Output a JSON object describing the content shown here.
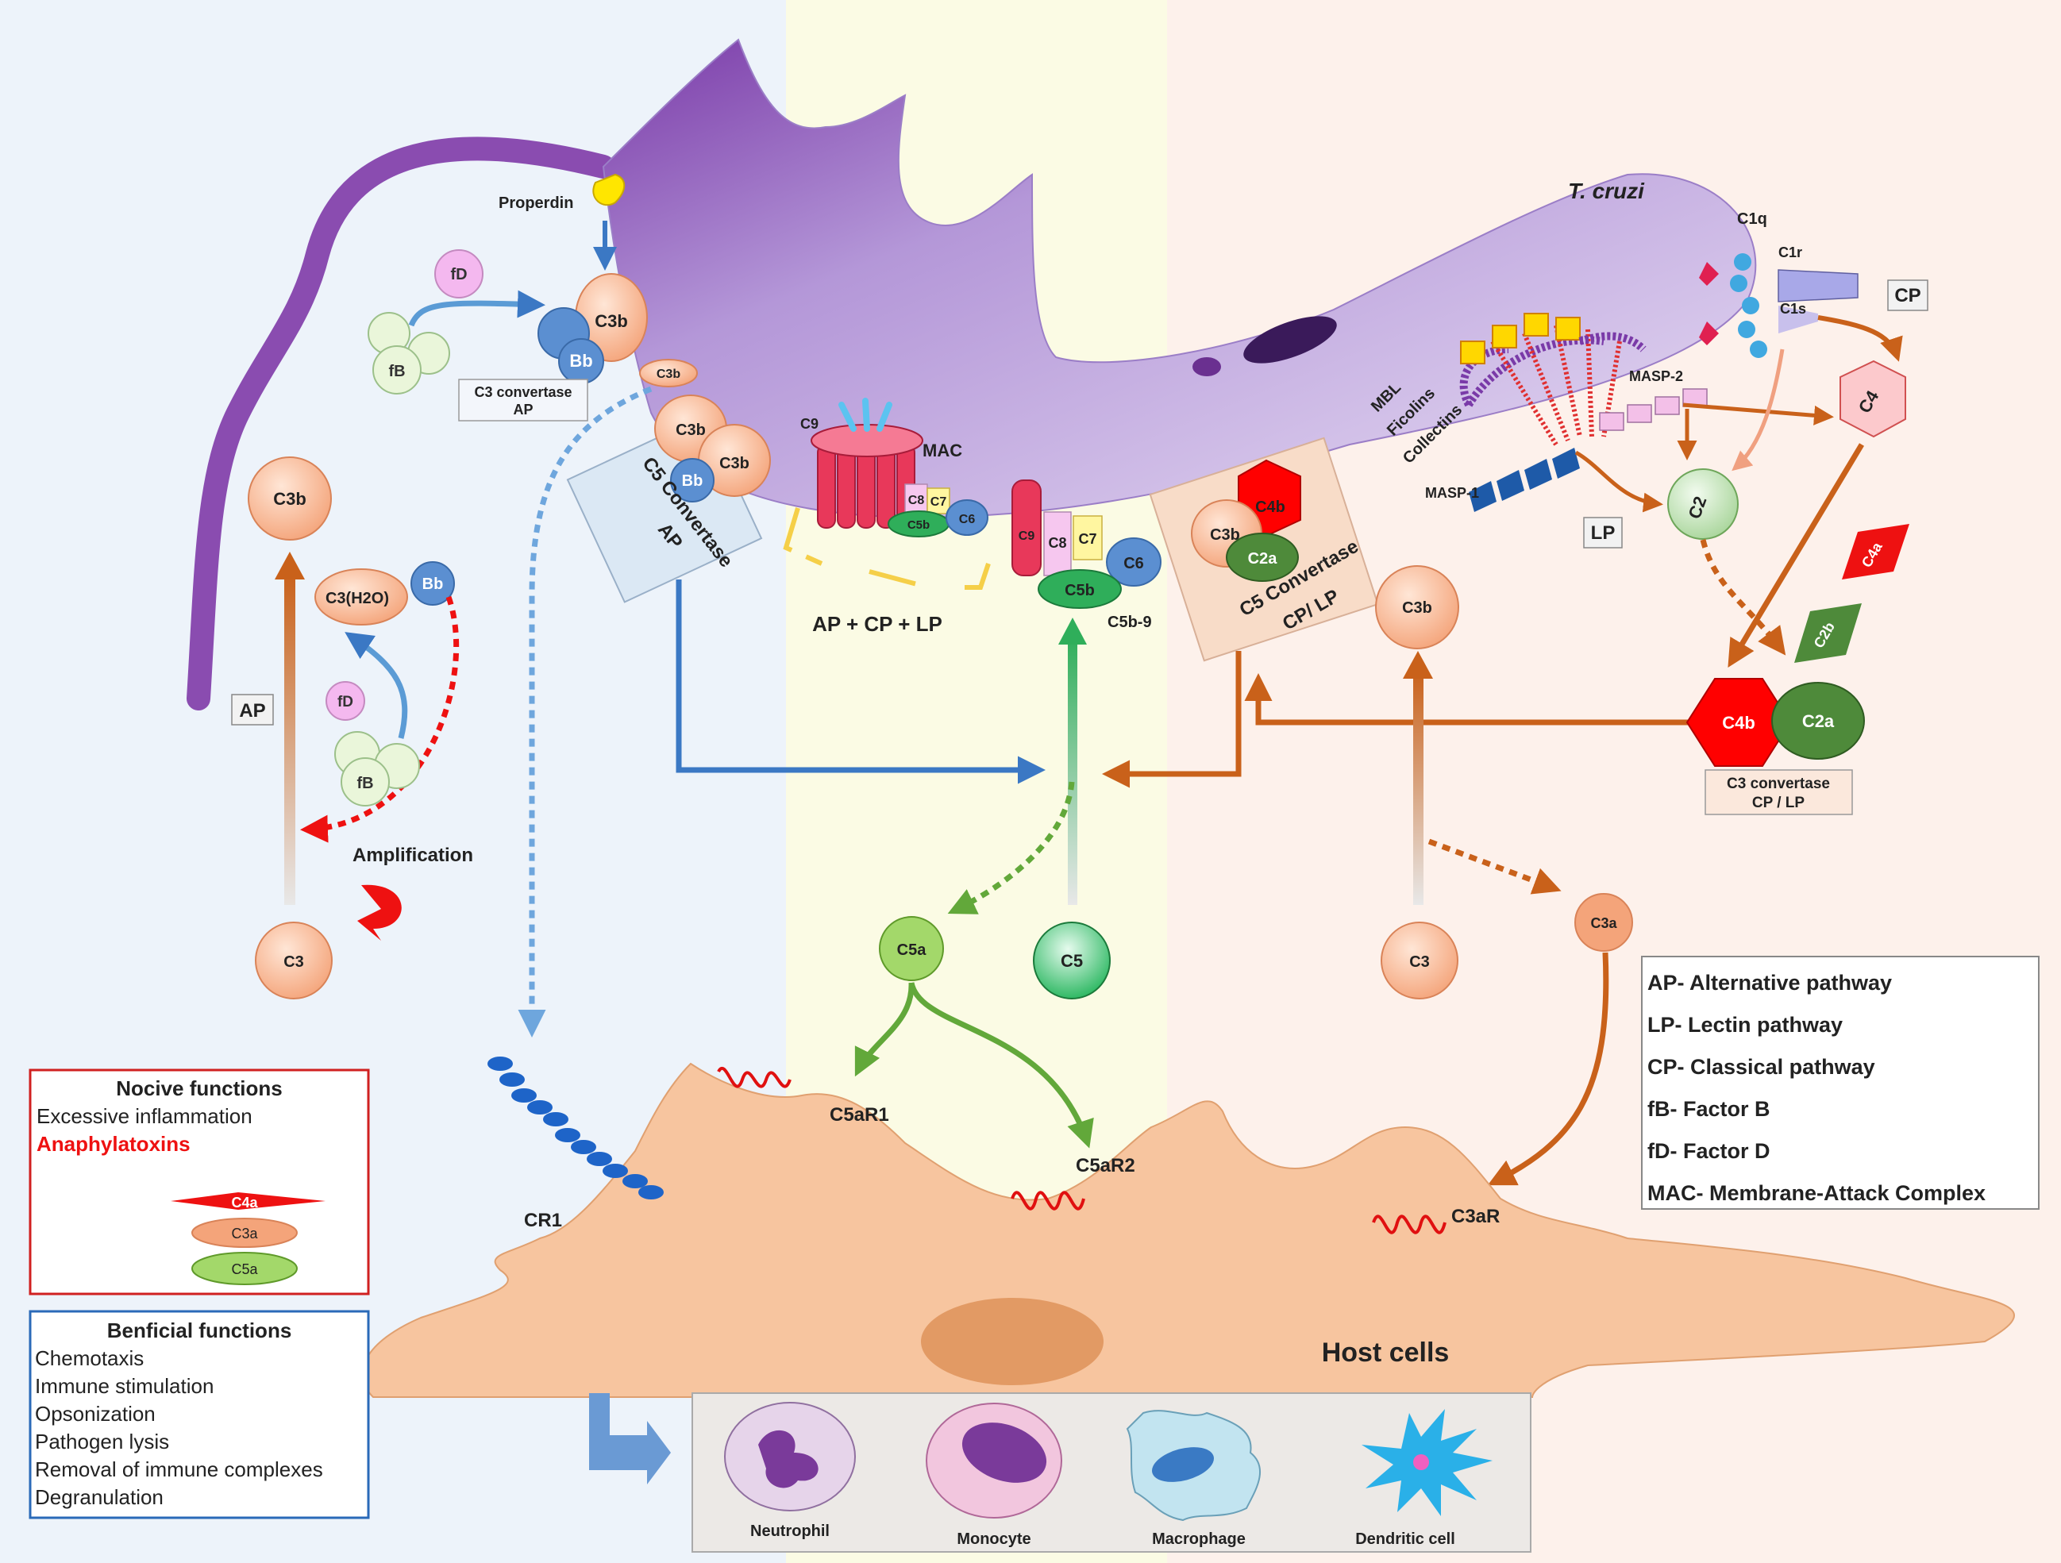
{
  "organism": "T. cruzi",
  "properdin": "Properdin",
  "amplification": "Amplification",
  "pathway_tags": {
    "ap": "AP",
    "lp": "LP",
    "cp": "CP"
  },
  "molecules": {
    "c3b": "C3b",
    "bb": "Bb",
    "fd": "fD",
    "fb": "fB",
    "c3h2o": "C3(H2O)",
    "c3": "C3",
    "c5": "C5",
    "c5a": "C5a",
    "c5b": "C5b",
    "c6": "C6",
    "c7": "C7",
    "c8": "C8",
    "c9": "C9",
    "c4": "C4",
    "c4a": "C4a",
    "c4b": "C4b",
    "c2": "C2",
    "c2a": "C2a",
    "c2b": "C2b",
    "c3a": "C3a",
    "c1q": "C1q",
    "c1r": "C1r",
    "c1s": "C1s",
    "masp1": "MASP-1",
    "masp2": "MASP-2"
  },
  "labels": {
    "c3_convertase_ap": [
      "C3 convertase",
      "AP"
    ],
    "c5_convertase_ap": [
      "C5 Convertase",
      "AP"
    ],
    "c5_convertase_cplp": [
      "C5 Convertase",
      "CP/ LP"
    ],
    "c3_convertase_cplp": [
      "C3 convertase",
      "CP / LP"
    ],
    "mac": "MAC",
    "ap_cp_lp": "AP + CP + LP",
    "c5b9": "C5b-9",
    "lectins": [
      "MBL",
      "Ficolins",
      "Collectins"
    ],
    "cr1": "CR1",
    "c5ar1": "C5aR1",
    "c5ar2": "C5aR2",
    "c3ar": "C3aR",
    "host_cells": "Host cells"
  },
  "legend": [
    "AP- Alternative pathway",
    "LP- Lectin pathway",
    "CP- Classical pathway",
    "fB- Factor B",
    "fD- Factor D",
    "MAC- Membrane-Attack Complex"
  ],
  "nocive": {
    "title": "Nocive functions",
    "items": [
      "Excessive inflammation",
      "Anaphylatoxins"
    ],
    "shapes": [
      "C4a",
      "C3a",
      "C5a"
    ]
  },
  "beneficial": {
    "title": "Benficial functions",
    "items": [
      "Chemotaxis",
      "Immune stimulation",
      "Opsonization",
      "Pathogen lysis",
      "Removal of immune complexes",
      "Degranulation"
    ]
  },
  "cells": [
    "Neutrophil",
    "Monocyte",
    "Macrophage",
    "Dendritic cell"
  ],
  "colors": {
    "ap_region": "#edf3fa",
    "mac_region": "#fbfbe4",
    "cplp_region": "#fdf1eb",
    "parasite": "#c9b6e4",
    "flagellum": "#8a4cb0",
    "c3b": "#f6b38d",
    "bb": "#5b8fd1",
    "fd": "#f4b8ef",
    "fb": "#eaf6da",
    "c4b": "#ff0000",
    "c2a": "#4e8a3a",
    "ap_arrow": "#3b78c4",
    "cplp_arrow": "#c9611a",
    "mac_arrow": "#4caf50",
    "host": "#f7c59f",
    "red": "#ee1111"
  }
}
